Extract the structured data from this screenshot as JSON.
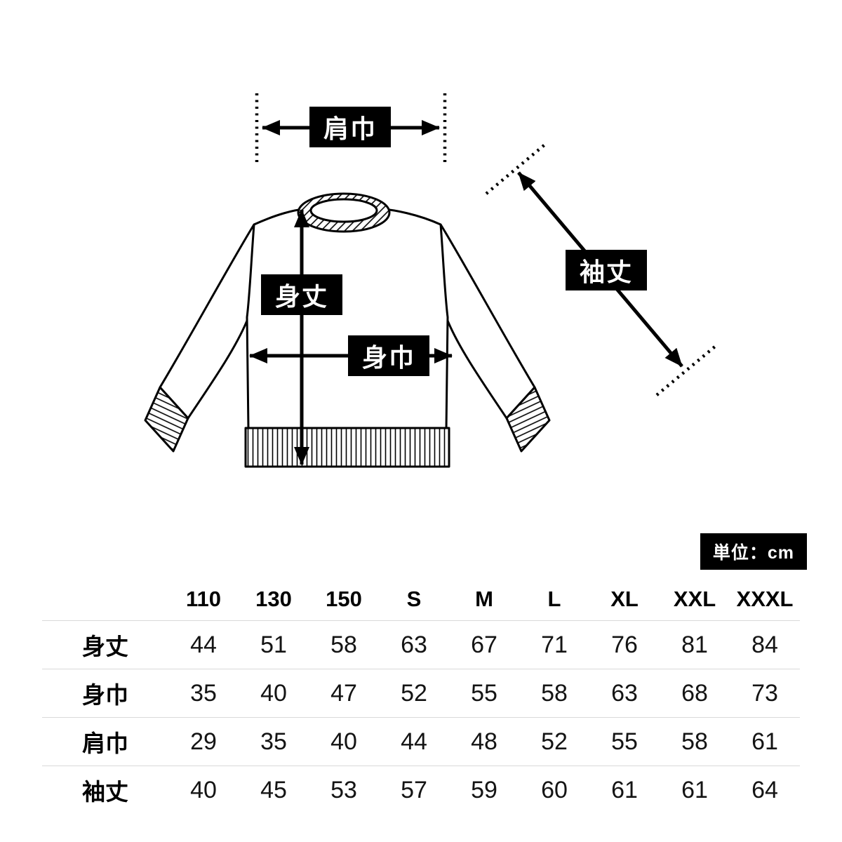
{
  "diagram": {
    "labels": {
      "shoulder_width": "肩巾",
      "sleeve_length": "袖丈",
      "body_length": "身丈",
      "body_width": "身巾"
    }
  },
  "unit_badge": "単位：cm",
  "size_table": {
    "sizes": [
      "110",
      "130",
      "150",
      "S",
      "M",
      "L",
      "XL",
      "XXL",
      "XXXL"
    ],
    "rows": [
      {
        "label": "身丈",
        "values": [
          44,
          51,
          58,
          63,
          67,
          71,
          76,
          81,
          84
        ]
      },
      {
        "label": "身巾",
        "values": [
          35,
          40,
          47,
          52,
          55,
          58,
          63,
          68,
          73
        ]
      },
      {
        "label": "肩巾",
        "values": [
          29,
          35,
          40,
          44,
          48,
          52,
          55,
          58,
          61
        ]
      },
      {
        "label": "袖丈",
        "values": [
          40,
          45,
          53,
          57,
          59,
          60,
          61,
          61,
          64
        ]
      }
    ]
  }
}
